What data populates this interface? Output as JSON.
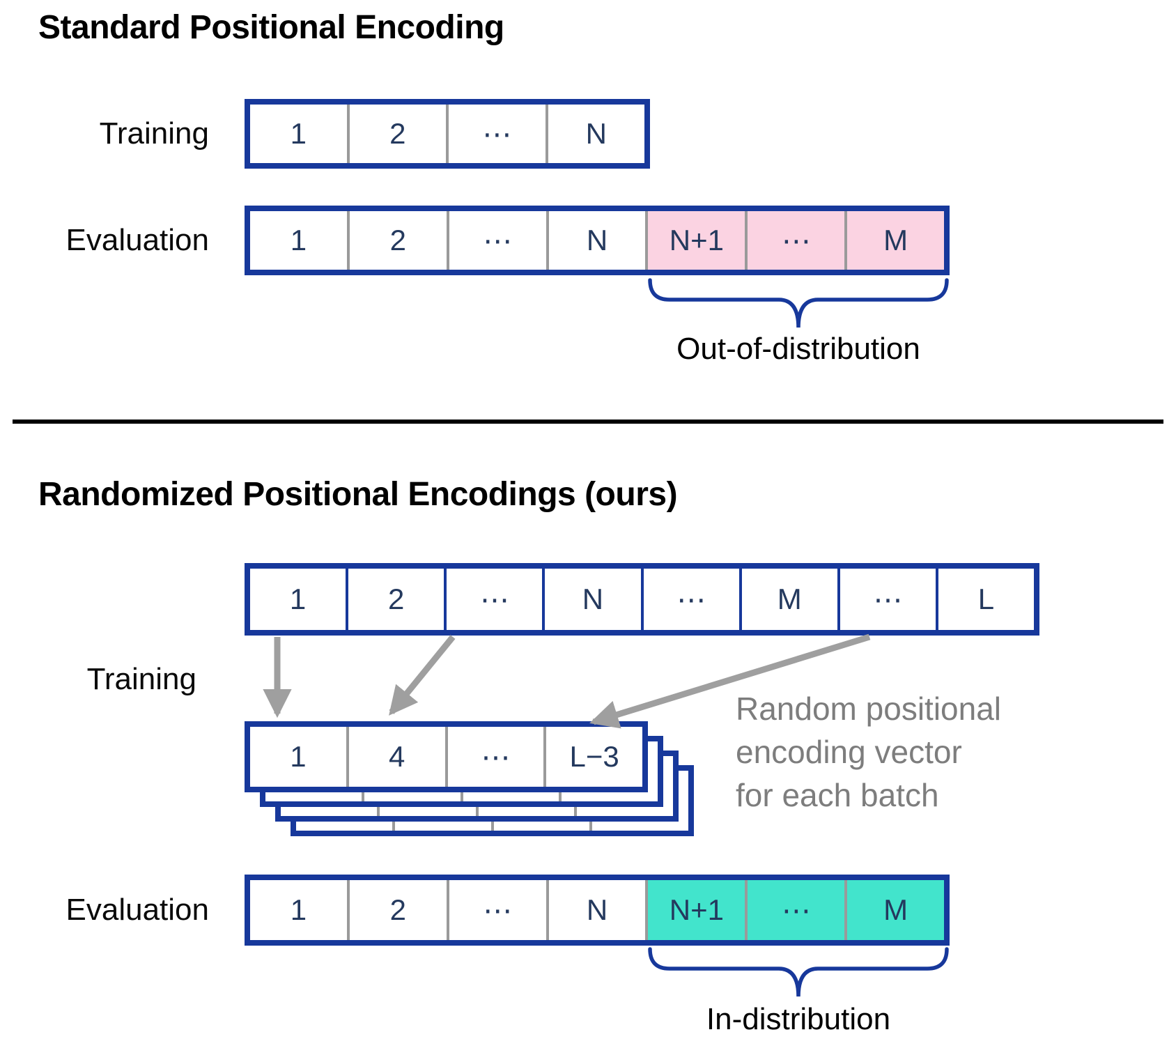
{
  "colors": {
    "navy": "#17389b",
    "cell_text": "#24395e",
    "divider_gray": "#9a9a9a",
    "pink": "#fbd3e2",
    "teal": "#42e4cc",
    "arrow_gray": "#9f9f9f",
    "annotation_gray": "#7d7d7d"
  },
  "section1": {
    "title": "Standard Positional Encoding",
    "training_label": "Training",
    "training_cells": [
      "1",
      "2",
      "⋯",
      "N"
    ],
    "evaluation_label": "Evaluation",
    "evaluation_cells": [
      "1",
      "2",
      "⋯",
      "N",
      "N+1",
      "⋯",
      "M"
    ],
    "evaluation_highlight_start": 4,
    "brace_label": "Out-of-distribution"
  },
  "section2": {
    "title": "Randomized Positional Encodings (ours)",
    "training_label": "Training",
    "training_cells": [
      "1",
      "2",
      "⋯",
      "N",
      "⋯",
      "M",
      "⋯",
      "L"
    ],
    "stack_cells": [
      "1",
      "4",
      "⋯",
      "L−3"
    ],
    "stack_layers": 4,
    "annotation_lines": [
      "Random positional",
      "encoding vector",
      "for each batch"
    ],
    "evaluation_label": "Evaluation",
    "evaluation_cells": [
      "1",
      "2",
      "⋯",
      "N",
      "N+1",
      "⋯",
      "M"
    ],
    "evaluation_highlight_start": 4,
    "brace_label": "In-distribution"
  }
}
